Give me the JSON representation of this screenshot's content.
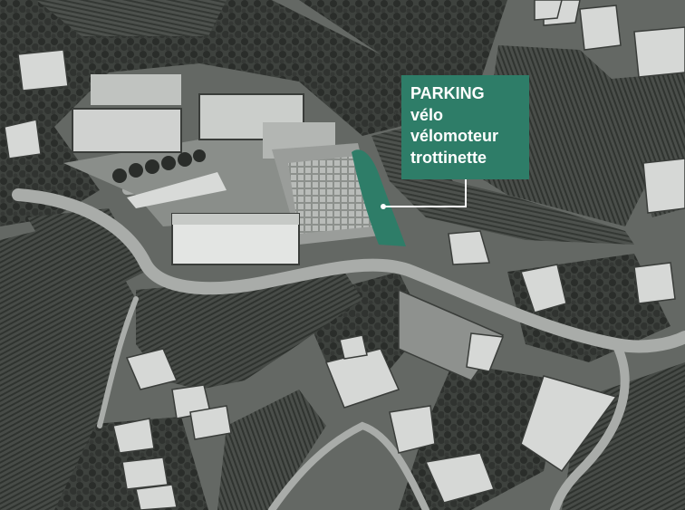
{
  "parking_label": {
    "title": "PARKING",
    "lines": [
      "vélo",
      "vélomoteur",
      "trottinette"
    ]
  },
  "colors": {
    "accent": "#2e7d68",
    "label_text": "#ffffff"
  }
}
